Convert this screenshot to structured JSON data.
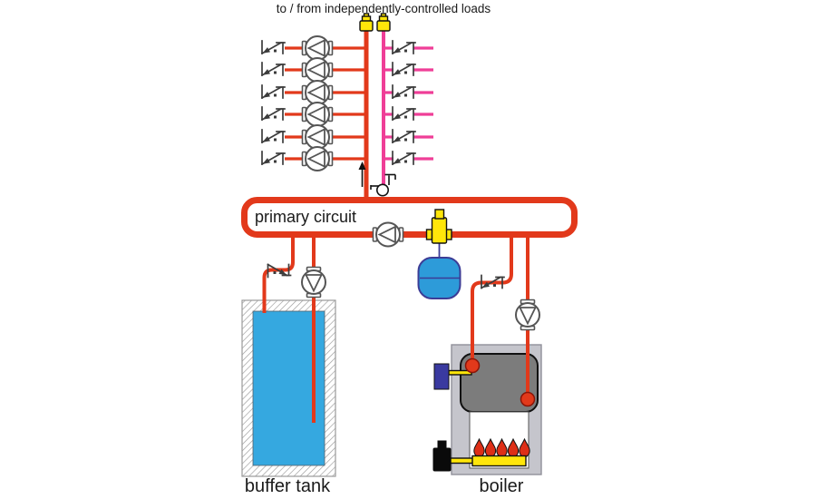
{
  "labels": {
    "top_note": "to / from independently-controlled loads",
    "primary_circuit": "primary circuit",
    "buffer_tank": "buffer tank",
    "boiler": "boiler"
  },
  "load_circuits": {
    "supply_side_count": 6,
    "return_side_count": 6,
    "supply_row_components": [
      "balancing-valve",
      "circulator-pump"
    ],
    "return_row_components": [
      "balancing-valve"
    ]
  },
  "components": [
    "air-vent-supply-riser",
    "air-vent-return-riser",
    "purge-valve",
    "upward-flow-arrow",
    "primary-loop-circulator",
    "mixing-valve",
    "expansion-tank",
    "buffer-tank-valve",
    "buffer-tank-circulator",
    "buffer-tank",
    "boiler-check-valve",
    "boiler-circulator",
    "boiler",
    "heat-exchanger",
    "aquastat-control",
    "gas-valve",
    "burner-tray",
    "burner-flames"
  ],
  "counts": {
    "burner_flames": 5
  },
  "colors": {
    "pipe_red": "#e2391b",
    "pipe_magenta": "#ef3e97",
    "water_blue": "#35a8e0",
    "expansion_blue": "#2d9bd9",
    "valve_yellow": "#ffe60a",
    "boiler_jacket": "#c5c5cc",
    "heat_exchanger": "#7c7c7c",
    "controller_blue": "#3a3aa0",
    "flame_red": "#de2f17",
    "symbol_dark": "#3c3c3c",
    "pump_gray": "#555555",
    "navy": "#3c3c96",
    "hatch_gray": "#9a9a9a",
    "text_black": "#1a1a1a"
  }
}
